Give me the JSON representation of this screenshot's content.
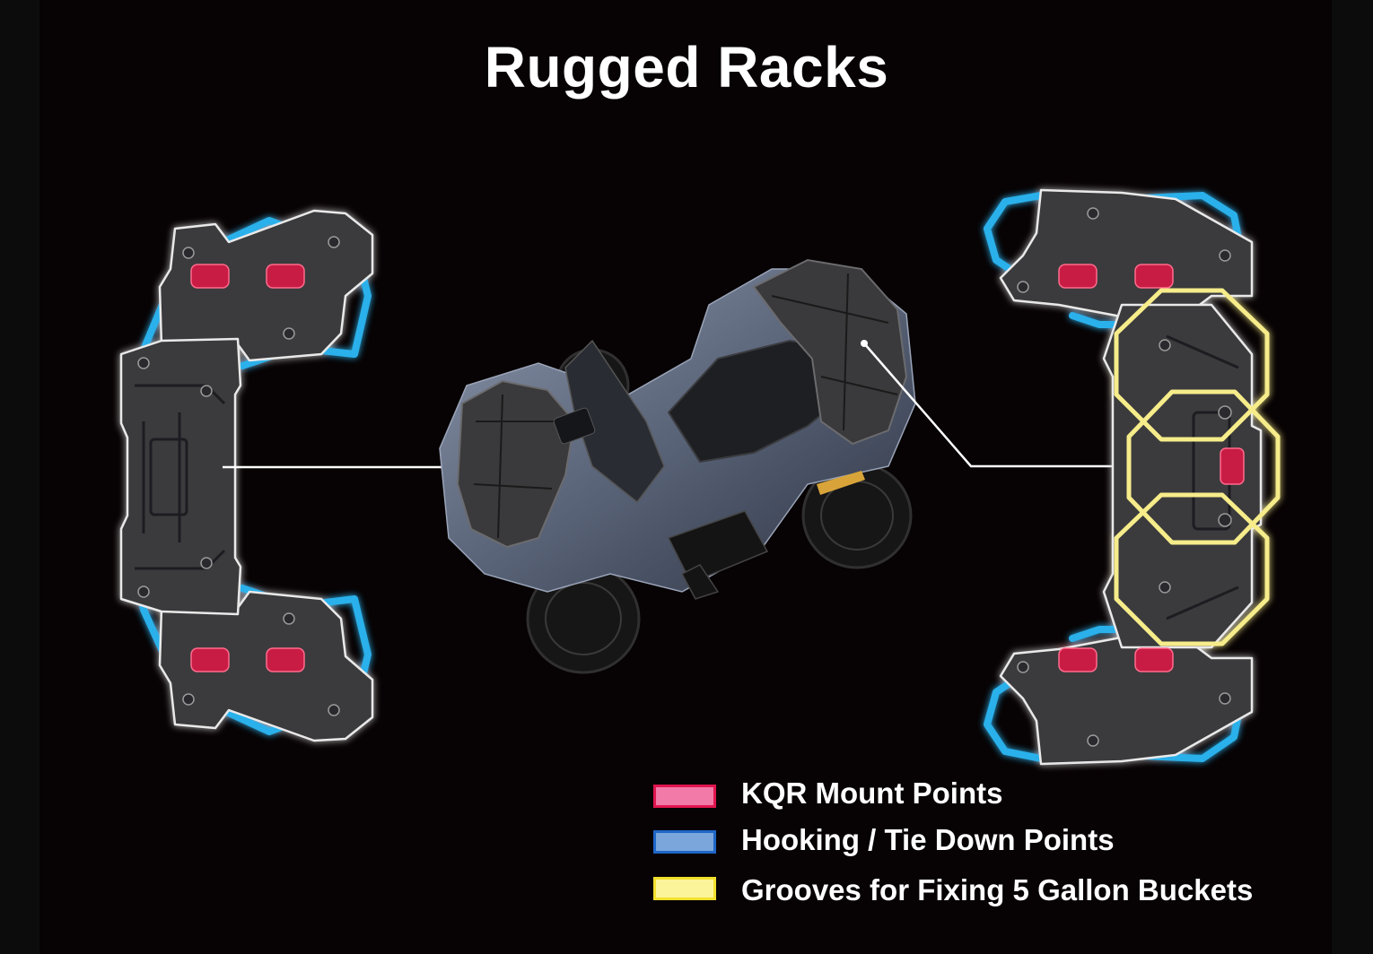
{
  "title": "Rugged Racks",
  "colors": {
    "kqr": "#f27aa8",
    "kqr_border": "#e0154f",
    "hook": "#7aa6dc",
    "hook_border": "#1e66c8",
    "groove": "#fbf49a",
    "groove_border": "#f1df2e",
    "rail": "#2ab0ea",
    "rack": "#3a3a3c",
    "outline": "#ffffff"
  },
  "legend": [
    {
      "label": "KQR Mount Points",
      "swatch": "kqr"
    },
    {
      "label": "Hooking  / Tie Down Points",
      "swatch": "hook"
    },
    {
      "label": "Grooves for Fixing 5 Gallon Buckets",
      "swatch": "groove"
    }
  ],
  "images": {
    "front_rack": "front-rack-illustration",
    "rear_rack": "rear-rack-illustration",
    "vehicle": "atv-top-view-illustration"
  }
}
